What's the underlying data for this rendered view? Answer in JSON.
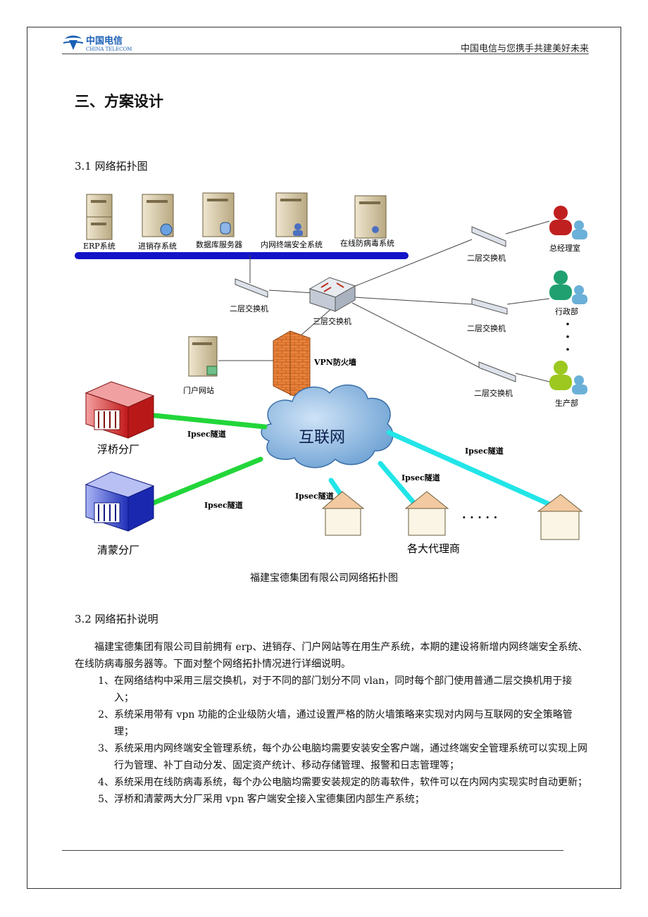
{
  "header": {
    "logo_text_cn": "中国电信",
    "logo_text_en": "CHINA TELECOM",
    "slogan": "中国电信与您携手共建美好未来"
  },
  "section_title": "三、方案设计",
  "subsection_31": "3.1 网络拓扑图",
  "diagram": {
    "servers": [
      "ERP系统",
      "进销存系统",
      "数据库服务器",
      "内网终端安全系统",
      "在线防病毒系统"
    ],
    "switch_l2": "二层交换机",
    "switch_l3": "三层交换机",
    "portal": "门户网站",
    "firewall": "VPN防火墙",
    "internet": "互联网",
    "tunnel": "Ipsec隧道",
    "branch1": "浮桥分厂",
    "branch2": "清蒙分厂",
    "agents": "各大代理商",
    "dept1": "总经理室",
    "dept2": "行政部",
    "dept3": "生产部",
    "ellipsis": ". . . . ."
  },
  "caption": "福建宝德集团有限公司网络拓扑图",
  "subsection_32": "3.2 网络拓扑说明",
  "intro": "福建宝德集团有限公司目前拥有 erp、进销存、门户网站等在用生产系统，本期的建设将新增内网终端安全系统、在线防病毒服务器等。下面对整个网络拓扑情况进行详细说明。",
  "items": [
    {
      "num": "1、",
      "text": "在网络结构中采用三层交换机，对于不同的部门划分不同 vlan，同时每个部门使用普通二层交换机用于接入；"
    },
    {
      "num": "2、",
      "text": "系统采用带有 vpn 功能的企业级防火墙，通过设置严格的防火墙策略来实现对内网与互联网的安全策略管理；"
    },
    {
      "num": "3、",
      "text": "系统采用内网终端安全管理系统，每个办公电脑均需要安装安全客户端，通过终端安全管理系统可以实现上网行为管理、补丁自动分发、固定资产统计、移动存储管理、报警和日志管理等；"
    },
    {
      "num": "4、",
      "text": "系统采用在线防病毒系统，每个办公电脑均需要安装规定的防毒软件，软件可以在内网内实现实时自动更新；"
    },
    {
      "num": "5、",
      "text": "浮桥和清蒙两大分厂采用 vpn 客户端安全接入宝德集团内部生产系统；"
    }
  ]
}
